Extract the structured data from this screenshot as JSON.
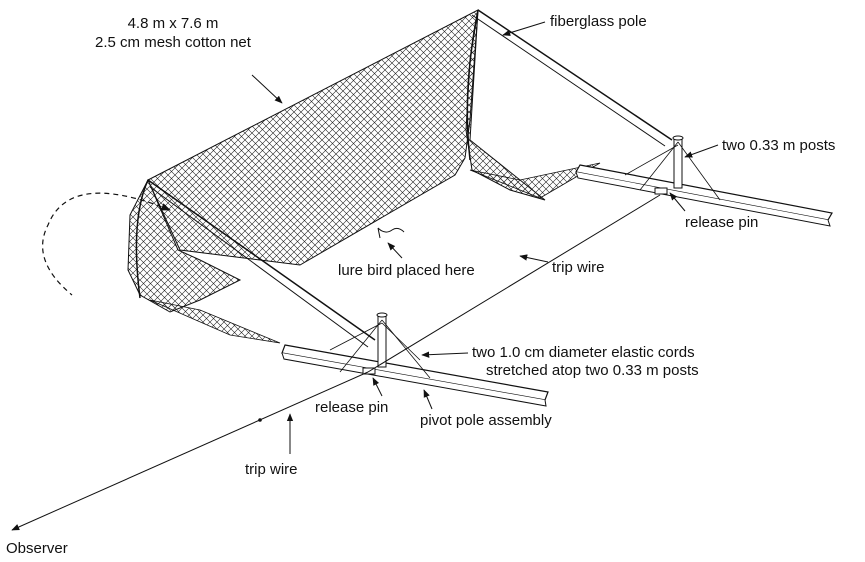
{
  "labels": {
    "net_size": "4.8 m x 7.6 m",
    "net_mesh": "2.5 cm mesh cotton net",
    "fiberglass_pole": "fiberglass pole",
    "posts_right": "two 0.33 m posts",
    "release_pin_right": "release pin",
    "trip_wire_middle": "trip wire",
    "lure_bird": "lure bird placed here",
    "elastic_cords_line1": "two 1.0 cm diameter elastic cords",
    "elastic_cords_line2": "stretched atop two 0.33 m posts",
    "release_pin_left": "release pin",
    "pivot_pole_assembly": "pivot pole assembly",
    "trip_wire_left": "trip wire",
    "observer": "Observer"
  }
}
